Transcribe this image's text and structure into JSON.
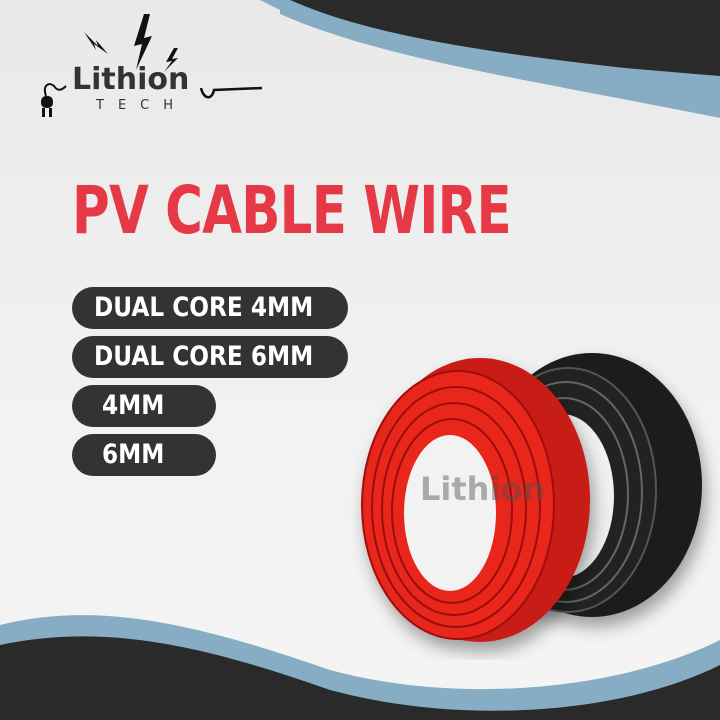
{
  "brand": {
    "name": "Lithion",
    "subtitle": "TECH",
    "watermark": "Lithion"
  },
  "headline": "PV CABLE WIRE",
  "options": [
    {
      "label": "DUAL CORE 4MM"
    },
    {
      "label": "DUAL CORE 6MM"
    },
    {
      "label": "4MM"
    },
    {
      "label": "6MM"
    }
  ],
  "colors": {
    "headline": "#e63946",
    "pill_bg": "#333333",
    "wave_blue": "#87adc5",
    "dark": "#2a2a2a",
    "cable_red": "#e8261f",
    "cable_black": "#1c1c1c"
  },
  "icons": [
    "plug-icon",
    "lightning-bolt-icon"
  ]
}
